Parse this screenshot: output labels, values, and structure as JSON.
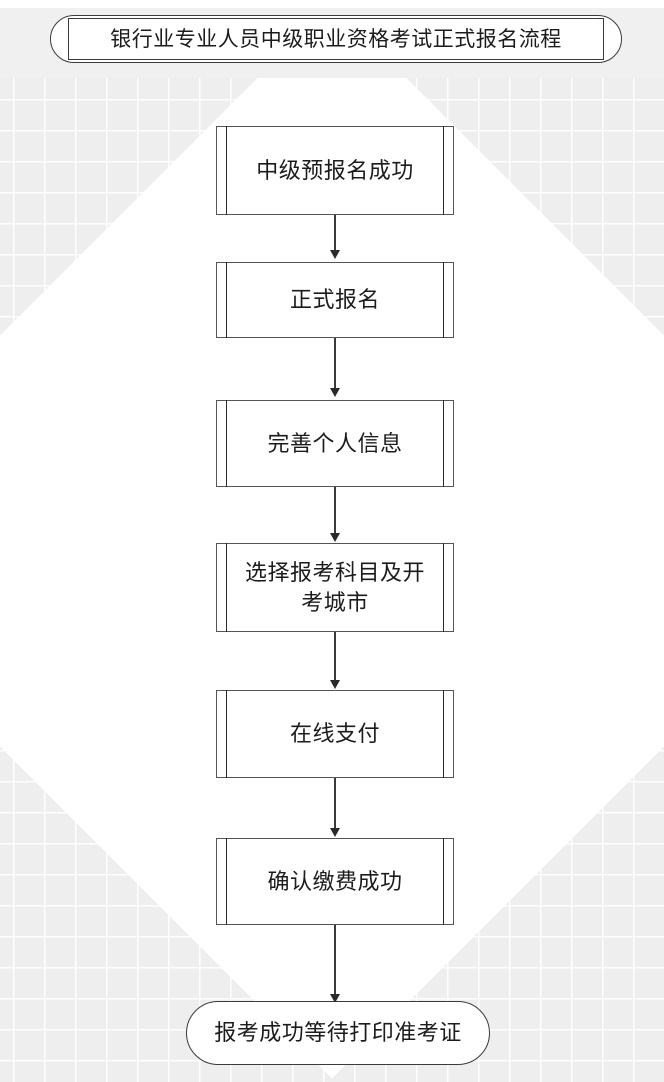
{
  "page": {
    "background_color": "#eeeeee",
    "canvas_color": "#ffffff",
    "line_color": "#3a3a3a",
    "text_color": "#1c1c1c"
  },
  "title": {
    "text": "银行业专业人员中级职业资格考试正式报名流程"
  },
  "flow": {
    "steps": [
      {
        "id": "step-1",
        "shape": "predefined-process",
        "label": "中级预报名成功"
      },
      {
        "id": "step-2",
        "shape": "predefined-process",
        "label": "正式报名"
      },
      {
        "id": "step-3",
        "shape": "predefined-process",
        "label": "完善个人信息"
      },
      {
        "id": "step-4",
        "shape": "predefined-process",
        "label": "选择报考科目及开考城市"
      },
      {
        "id": "step-5",
        "shape": "predefined-process",
        "label": "在线支付"
      },
      {
        "id": "step-6",
        "shape": "predefined-process",
        "label": "确认缴费成功"
      },
      {
        "id": "step-7",
        "shape": "terminator",
        "label": "报考成功等待打印准考证"
      }
    ],
    "connector_count": 6,
    "direction": "top-to-bottom"
  }
}
